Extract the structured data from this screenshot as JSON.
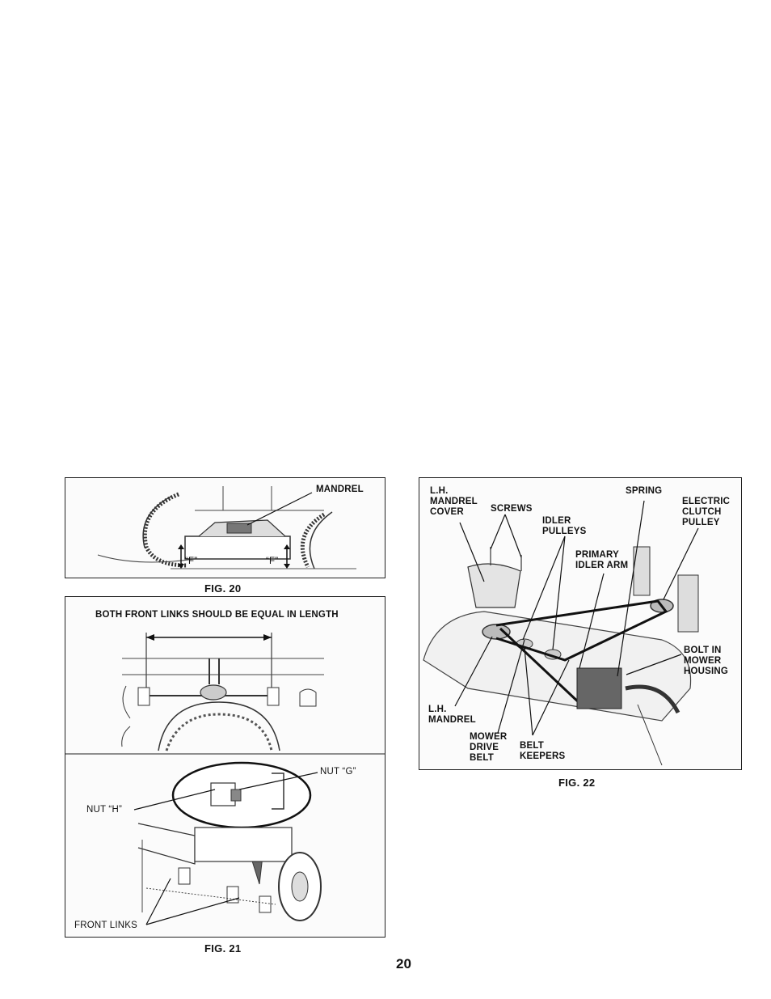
{
  "fig20": {
    "caption": "FIG. 20",
    "mandrel": "MANDREL",
    "f_left": "“F”",
    "f_right": "“F”"
  },
  "fig21": {
    "caption": "FIG. 21",
    "heading": "BOTH FRONT LINKS SHOULD BE EQUAL IN LENGTH",
    "nut_g": "NUT “G”",
    "nut_h": "NUT “H”",
    "front_links": "FRONT LINKS"
  },
  "fig22": {
    "caption": "FIG. 22",
    "lh_mandrel_cover": "L.H.\nMANDREL\nCOVER",
    "screws": "SCREWS",
    "spring": "SPRING",
    "electric_clutch_pulley": "ELECTRIC\nCLUTCH\nPULLEY",
    "idler_pulleys": "IDLER\nPULLEYS",
    "primary_idler_arm": "PRIMARY\nIDLER ARM",
    "bolt_in_mower_housing": "BOLT IN\nMOWER\nHOUSING",
    "lh_mandrel": "L.H.\nMANDREL",
    "mower_drive_belt": "MOWER\nDRIVE\nBELT",
    "belt_keepers": "BELT\nKEEPERS"
  },
  "page_number": "20"
}
